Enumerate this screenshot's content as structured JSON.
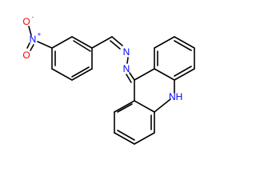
{
  "molecule": {
    "atoms": {
      "nitro_o_top": {
        "text": "O",
        "charge": "-",
        "color": "#ff0000"
      },
      "nitro_n": {
        "text": "N",
        "charge": "+",
        "color": "#0000ff"
      },
      "nitro_o_bottom": {
        "text": "O",
        "color": "#ff0000"
      },
      "azine_n1": {
        "text": "N",
        "color": "#0000ff"
      },
      "azine_n2": {
        "text": "N",
        "color": "#0000ff"
      },
      "acridine_nh": {
        "text": "NH",
        "color": "#0000ff"
      }
    }
  }
}
